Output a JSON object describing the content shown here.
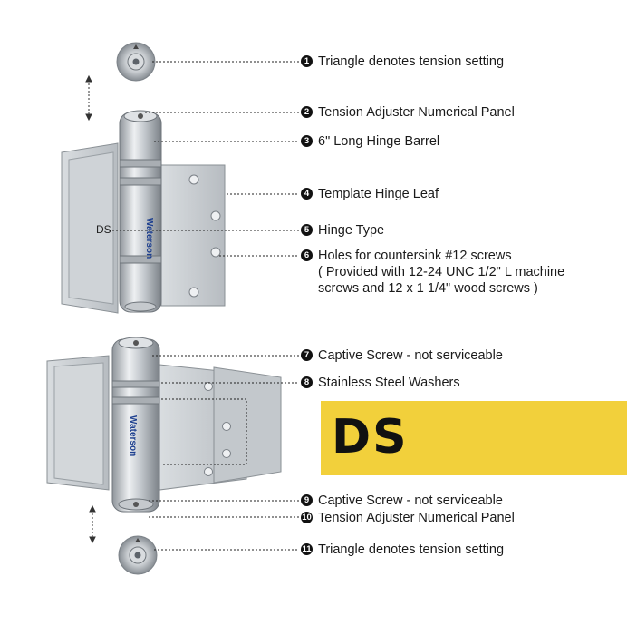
{
  "callouts": [
    {
      "num": "1",
      "lines": [
        "Triangle denotes tension setting"
      ]
    },
    {
      "num": "2",
      "lines": [
        "Tension Adjuster Numerical Panel"
      ]
    },
    {
      "num": "3",
      "lines": [
        "6\" Long Hinge Barrel"
      ]
    },
    {
      "num": "4",
      "lines": [
        "Template Hinge Leaf"
      ]
    },
    {
      "num": "5",
      "lines": [
        "Hinge Type"
      ]
    },
    {
      "num": "6",
      "lines": [
        "Holes for countersink #12 screws",
        "( Provided with 12-24 UNC 1/2\" L machine",
        "screws and 12 x 1 1/4\" wood screws )"
      ]
    },
    {
      "num": "7",
      "lines": [
        "Captive Screw - not serviceable"
      ]
    },
    {
      "num": "8",
      "lines": [
        "Stainless Steel Washers"
      ]
    },
    {
      "num": "9",
      "lines": [
        "Captive Screw - not serviceable"
      ]
    },
    {
      "num": "10",
      "lines": [
        "Tension Adjuster Numerical Panel"
      ]
    },
    {
      "num": "11",
      "lines": [
        "Triangle denotes tension setting"
      ]
    }
  ],
  "hinge_type_label": "DS",
  "banner_label": "DS",
  "brand_label": "Waterson",
  "colors": {
    "banner": "#f2d03b",
    "steel": "#c9cdd1",
    "steel_dark": "#8d9399"
  }
}
